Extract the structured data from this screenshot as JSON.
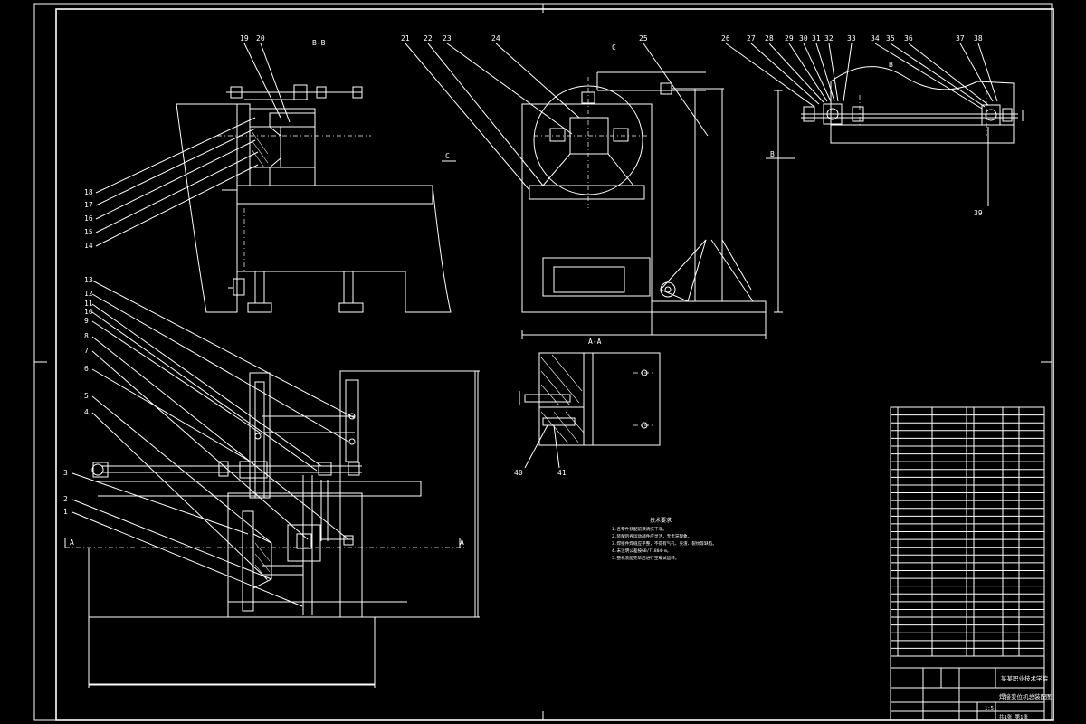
{
  "balloons_top_b": [
    "19",
    "20"
  ],
  "balloons_top_c": [
    "21",
    "22",
    "23",
    "24",
    "25",
    "26",
    "27",
    "28",
    "29",
    "30",
    "31",
    "32",
    "33",
    "34",
    "35",
    "36",
    "37",
    "38"
  ],
  "balloon_39": "39",
  "balloons_left_upper": [
    "18",
    "17",
    "16",
    "15",
    "14"
  ],
  "balloons_left_lower": [
    "13",
    "12",
    "11",
    "10",
    "9",
    "8",
    "7",
    "6",
    "5",
    "4",
    "3",
    "2",
    "1"
  ],
  "balloons_detail": [
    "40",
    "41"
  ],
  "section_labels": {
    "bb": "B-B",
    "c_top": "C",
    "c_mid": "C",
    "b_right": "B",
    "b_mid": "B",
    "aa": "A-A",
    "a_left": "A",
    "a_right": "A"
  },
  "notes": {
    "title": "技术要求",
    "lines": [
      "1.各零件装配前须清洗干净。",
      "2.装配后各运动部件应灵活，无卡滞现象。",
      "3.焊接件焊缝应平整，不得有气孔、夹渣、裂纹等缺陷。",
      "4.未注明公差按GB/T1804-m。",
      "5.整机装配完毕后进行空载试运转。"
    ]
  },
  "title_block": {
    "rows": 32,
    "school": "某某职业技术学院",
    "drawing_title": "焊接变位机总装配图",
    "scale": "1:5",
    "sheet": "共1张 第1张"
  }
}
